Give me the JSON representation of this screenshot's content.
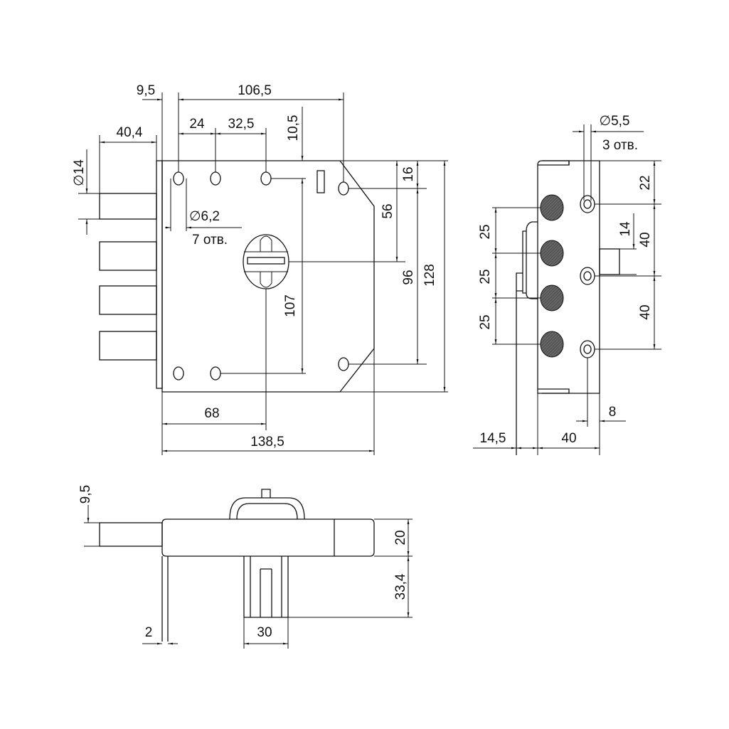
{
  "front_view": {
    "dims": {
      "backset_offset": "9,5",
      "hole_span": "106,5",
      "bolt_projection": "40,4",
      "hole_pitch_1": "24",
      "hole_pitch_2": "32,5",
      "top_offset": "10,5",
      "bolt_diameter": "∅14",
      "hole_diameter": "∅6,2",
      "hole_count": "7 отв.",
      "right_offset": "16",
      "cylinder_height": "56",
      "hole_vertical": "107",
      "right_holes": "96",
      "plate_height": "128",
      "backset": "68",
      "plate_width": "138,5"
    }
  },
  "side_view": {
    "dims": {
      "hole_diameter": "∅5,5",
      "hole_count": "3 отв.",
      "top_hole": "22",
      "latch": "14",
      "hole_pitch_1": "40",
      "hole_pitch_2": "40",
      "bolt_pitch_1": "25",
      "bolt_pitch_2": "25",
      "bolt_pitch_3": "25",
      "cylinder_offset": "14,5",
      "faceplate_width": "40",
      "hole_offset": "8"
    }
  },
  "bottom_view": {
    "dims": {
      "bolt_thickness": "9,5",
      "body_thickness": "20",
      "box_depth": "33,4",
      "flange": "2",
      "box_width": "30"
    }
  }
}
